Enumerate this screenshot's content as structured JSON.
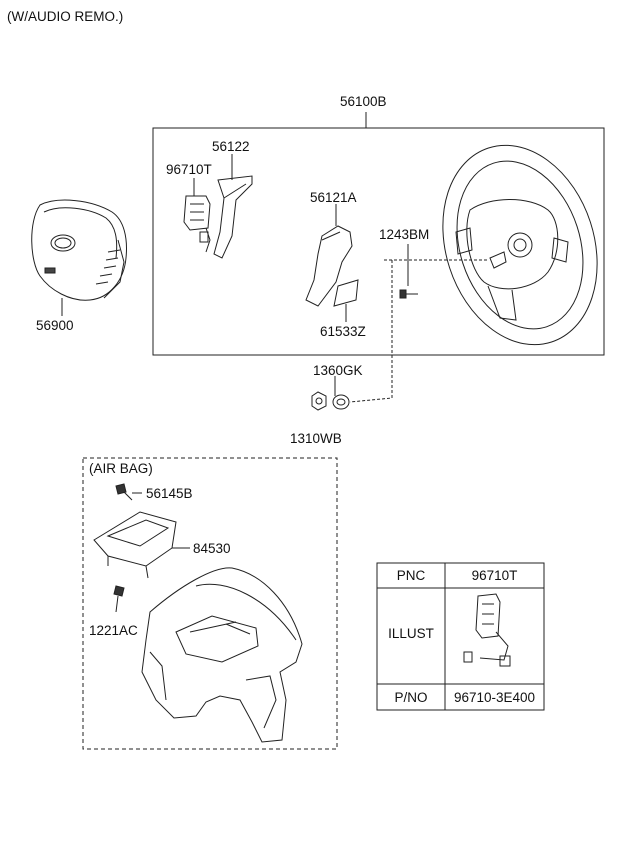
{
  "header": {
    "title": "(W/AUDIO REMO.)"
  },
  "parts": {
    "assembly": "56100B",
    "airbag_module": "56900",
    "remote_switch": "96710T",
    "cover_upper": "56122",
    "cover_lower": "56121A",
    "cover_small": "61533Z",
    "bolt": "1243BM",
    "nut_a": "1360GK",
    "nut_b": "1310WB"
  },
  "airbag_section": {
    "title": "(AIR BAG)",
    "screw": "56145B",
    "passenger_airbag": "84530",
    "bolt": "1221AC"
  },
  "table": {
    "pnc_header": "PNC",
    "pnc_value": "96710T",
    "illust_header": "ILLUST",
    "pno_header": "P/NO",
    "pno_value": "96710-3E400"
  }
}
